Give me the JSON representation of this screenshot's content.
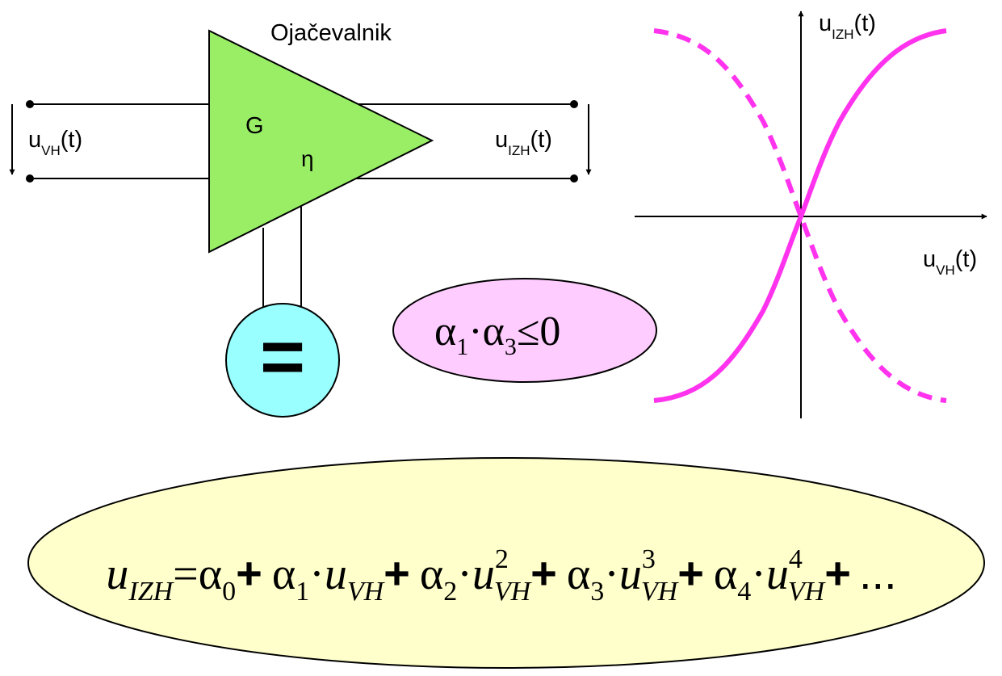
{
  "amplifier": {
    "title": "Ojačevalnik",
    "gain_symbol": "G",
    "efficiency_symbol": "η",
    "fill_color": "#99ee66",
    "supply_symbol": "=",
    "supply_fill_color": "#99ffff"
  },
  "input_port": {
    "voltage_base": "u",
    "voltage_sub": "VH",
    "voltage_arg": "(t)"
  },
  "output_port": {
    "voltage_base": "u",
    "voltage_sub": "IZH",
    "voltage_arg": "(t)"
  },
  "condition": {
    "alpha": "α",
    "sub1": "1",
    "dot": "·",
    "sub3": "3",
    "relation": "≤",
    "rhs": "0",
    "fill_color": "#ffccff"
  },
  "graph": {
    "y_axis": {
      "base": "u",
      "sub": "IZH",
      "arg": "(t)"
    },
    "x_axis": {
      "base": "u",
      "sub": "VH",
      "arg": "(t)"
    },
    "curve_color": "#ff33ee",
    "curves": [
      "solid increasing sigmoid",
      "dashed decreasing sigmoid"
    ]
  },
  "equation": {
    "fill_color": "#ffffcc",
    "lhs_base": "u",
    "lhs_sub": "IZH",
    "equals": "=",
    "alpha": "α",
    "dot": "·",
    "plus": "+",
    "var_base": "u",
    "var_sub": "VH",
    "idx0": "0",
    "idx1": "1",
    "idx2": "2",
    "idx3": "3",
    "idx4": "4",
    "exp2": "2",
    "exp3": "3",
    "exp4": "4",
    "ellipsis": "..."
  }
}
